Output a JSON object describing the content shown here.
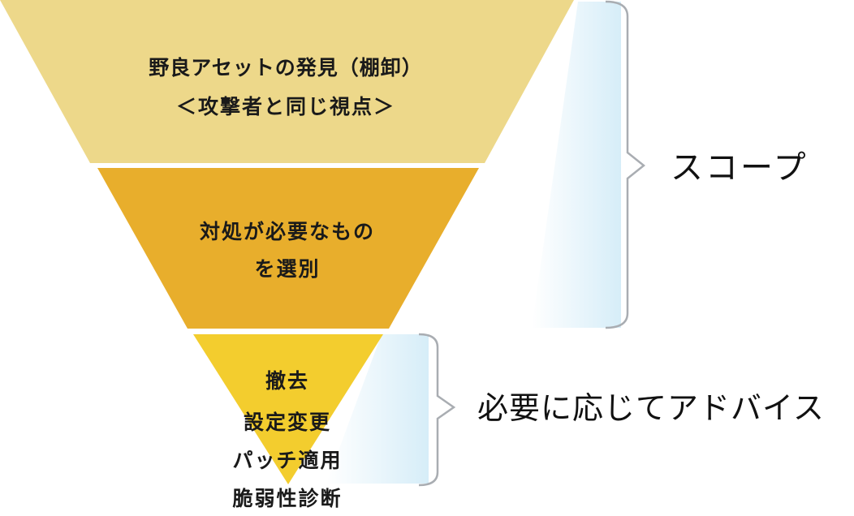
{
  "tiers": [
    {
      "lines": [
        "野良アセットの発見（棚卸）",
        "＜攻撃者と同じ視点＞"
      ],
      "color": "#EDD88A"
    },
    {
      "lines": [
        "対処が必要なもの",
        "を選別"
      ],
      "color": "#E8AE2C"
    },
    {
      "lines": [
        "撤去",
        "設定変更",
        "パッチ適用",
        "脆弱性診断"
      ],
      "color": "#F3CD2E"
    }
  ],
  "brackets": [
    {
      "label": "スコープ"
    },
    {
      "label": "必要に応じてアドバイス"
    }
  ],
  "colors": {
    "bracket_fill_start": "#ffffff",
    "bracket_fill_end": "#D6EDF8",
    "bracket_stroke": "#A9ADB2"
  }
}
